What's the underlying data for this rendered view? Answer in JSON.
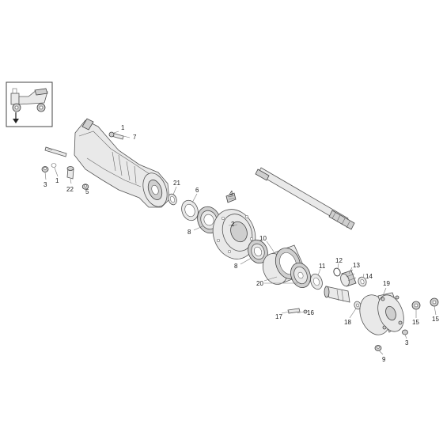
{
  "callouts": [
    {
      "id": "c1a",
      "text": "1"
    },
    {
      "id": "c7",
      "text": "7"
    },
    {
      "id": "c3a",
      "text": "3"
    },
    {
      "id": "c1b",
      "text": "1"
    },
    {
      "id": "c22",
      "text": "22"
    },
    {
      "id": "c5",
      "text": "5"
    },
    {
      "id": "c21",
      "text": "21"
    },
    {
      "id": "c6",
      "text": "6"
    },
    {
      "id": "c4",
      "text": "4"
    },
    {
      "id": "c8a",
      "text": "8"
    },
    {
      "id": "c2",
      "text": "2"
    },
    {
      "id": "c10",
      "text": "10"
    },
    {
      "id": "c8b",
      "text": "8"
    },
    {
      "id": "c20",
      "text": "20"
    },
    {
      "id": "c11",
      "text": "11"
    },
    {
      "id": "c12",
      "text": "12"
    },
    {
      "id": "c13",
      "text": "13"
    },
    {
      "id": "c14",
      "text": "14"
    },
    {
      "id": "c19",
      "text": "19"
    },
    {
      "id": "c17",
      "text": "17"
    },
    {
      "id": "c16",
      "text": "16"
    },
    {
      "id": "c18",
      "text": "18"
    },
    {
      "id": "c15a",
      "text": "15"
    },
    {
      "id": "c15b",
      "text": "15"
    },
    {
      "id": "c3b",
      "text": "3"
    },
    {
      "id": "c9",
      "text": "9"
    }
  ],
  "icons": {
    "inset": "dumper-vehicle-icon",
    "pointer": "arrow-down-icon"
  },
  "colors": {
    "line": "#555555",
    "fill": "#e9e9e9",
    "background": "#ffffff"
  }
}
